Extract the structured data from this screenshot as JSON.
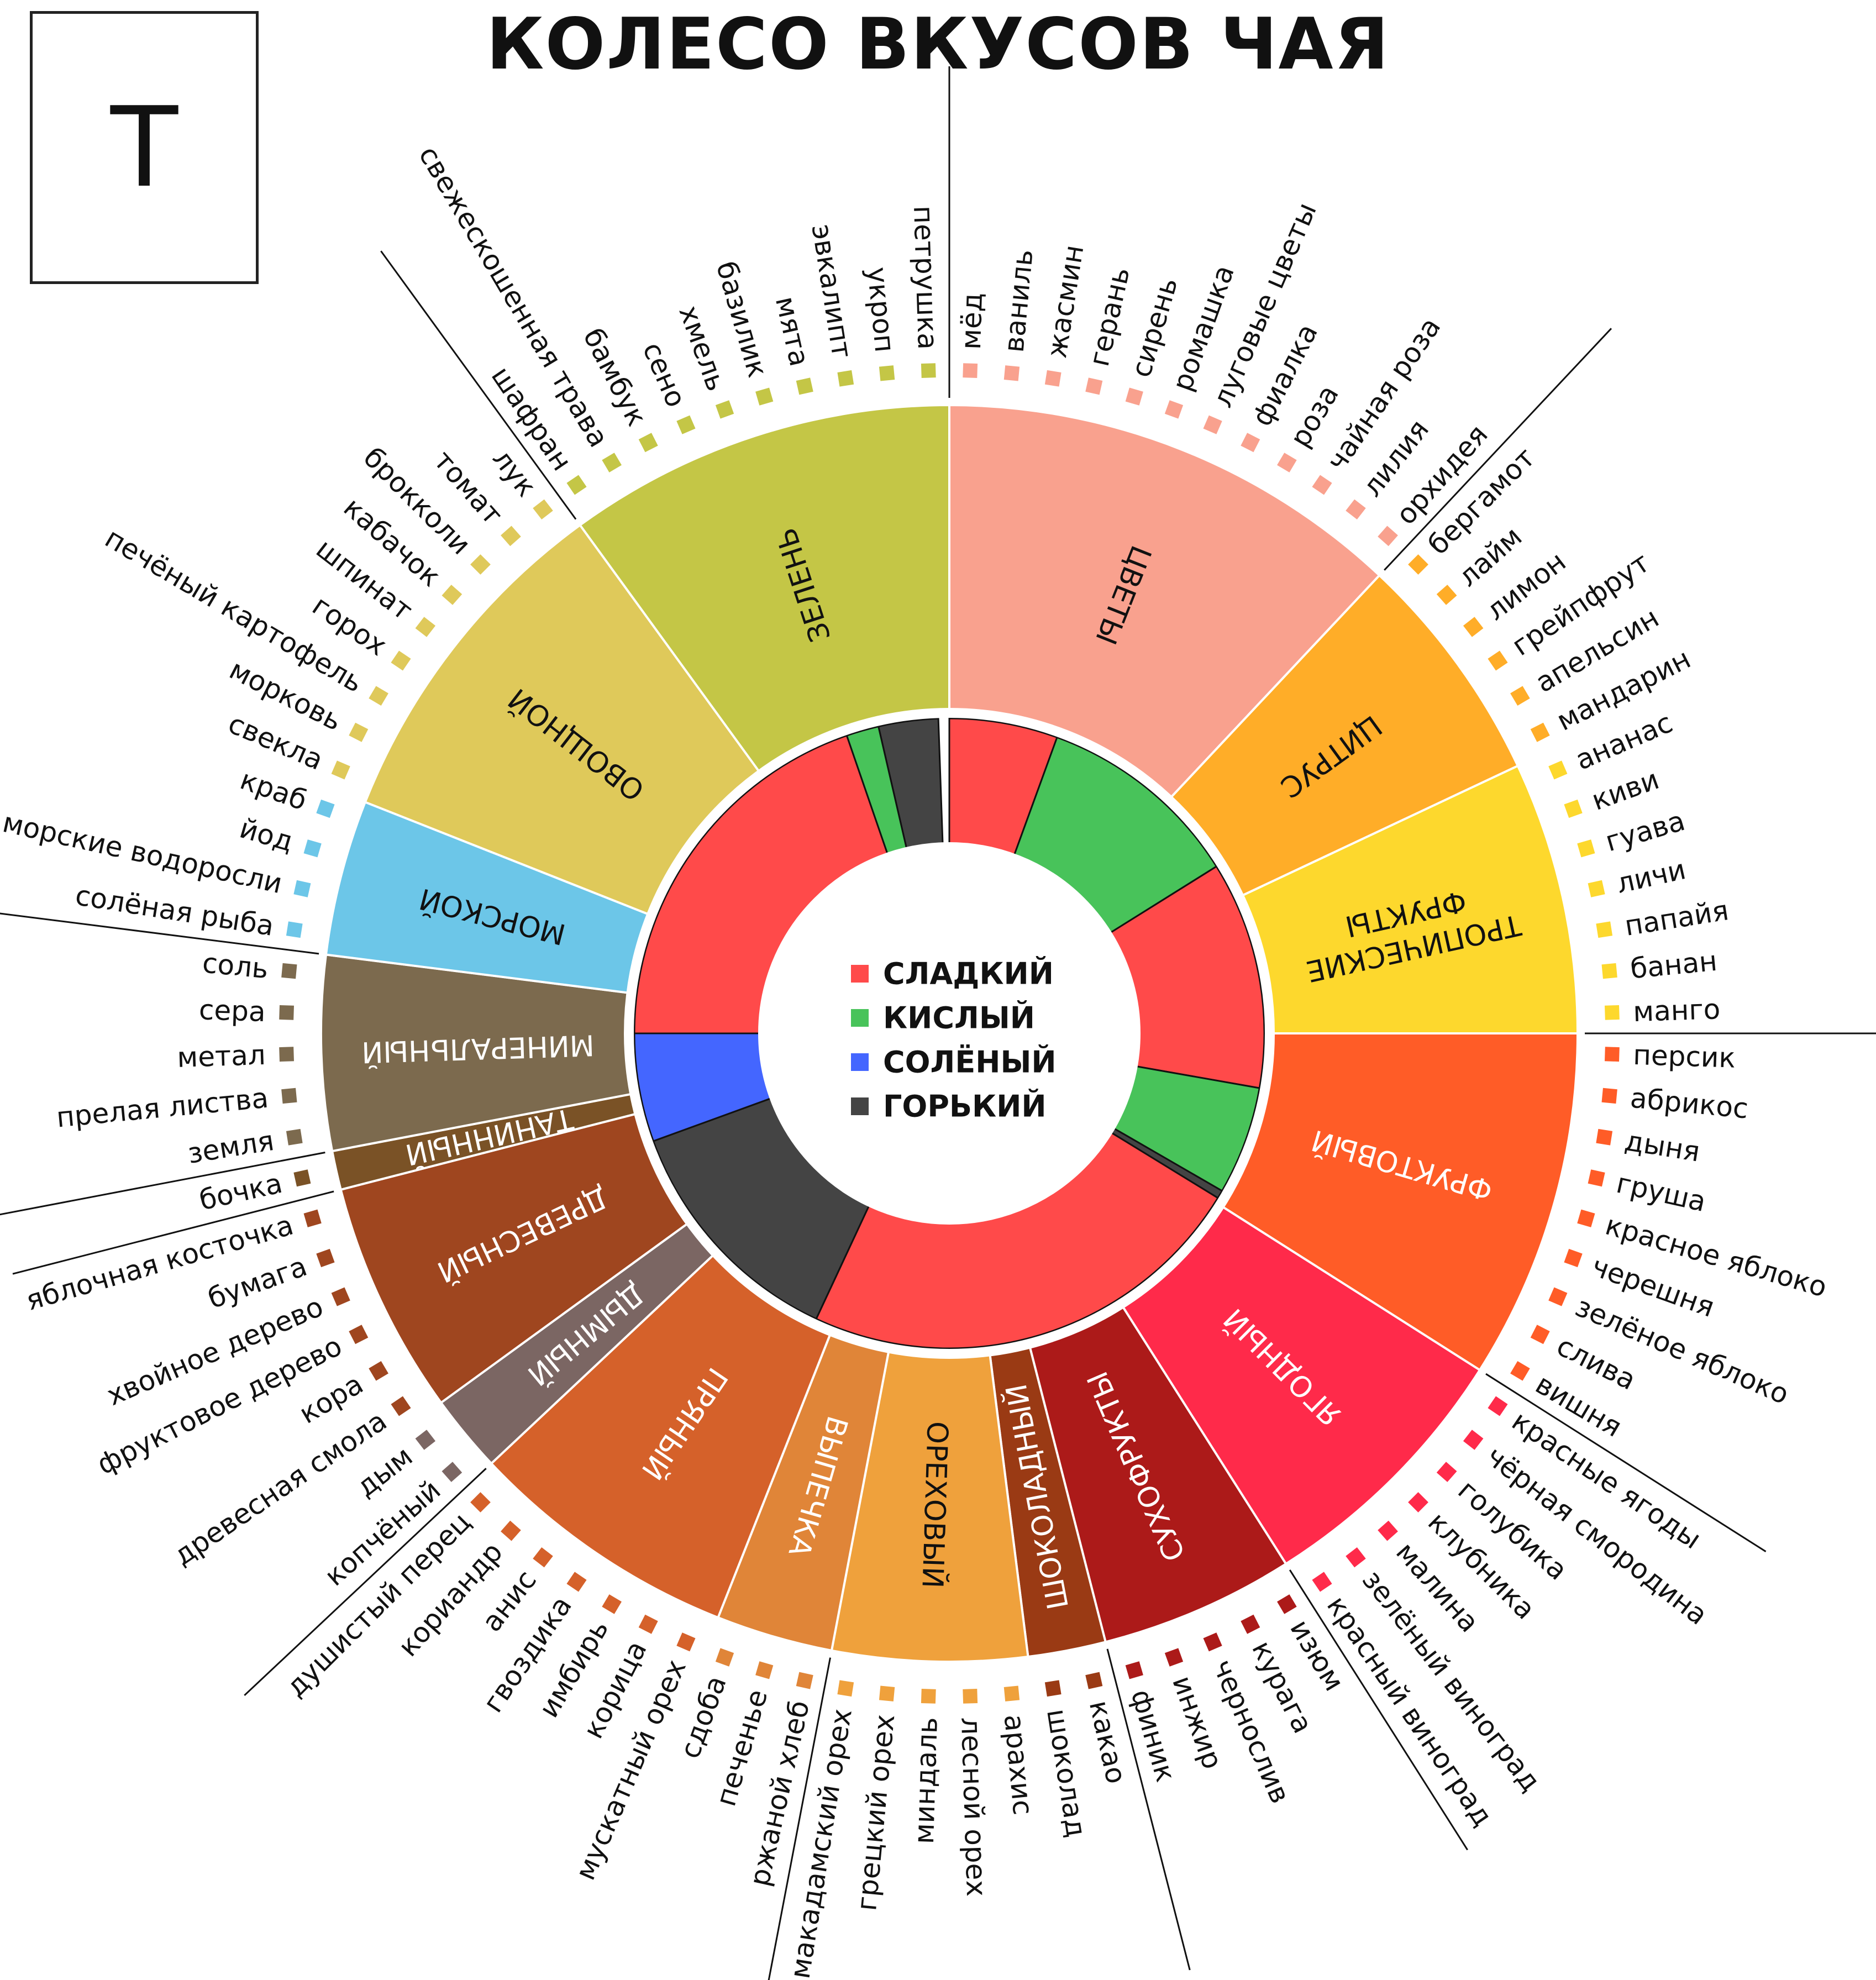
{
  "title": "КОЛЕСО ВКУСОВ ЧАЯ",
  "logo_letter": "Т",
  "legend": [
    {
      "label": "СЛАДКИЙ",
      "color": "#ff4a4a"
    },
    {
      "label": "КИСЛЫЙ",
      "color": "#48c35a"
    },
    {
      "label": "СОЛЁНЫЙ",
      "color": "#4466ff"
    },
    {
      "label": "ГОРЬКИЙ",
      "color": "#444444"
    }
  ],
  "taste_colors": {
    "sweet": "#ff4a4a",
    "sour": "#48c35a",
    "salty": "#4466ff",
    "bitter": "#444444"
  },
  "taste_ring": [
    {
      "taste": "sweet",
      "degrees": 20
    },
    {
      "taste": "sour",
      "degrees": 38
    },
    {
      "taste": "sweet",
      "degrees": 42
    },
    {
      "taste": "sour",
      "degrees": 20
    },
    {
      "taste": "bitter",
      "degrees": 1.5
    },
    {
      "taste": "sweet",
      "degrees": 83.5
    },
    {
      "taste": "bitter",
      "degrees": 45
    },
    {
      "taste": "salty",
      "degrees": 20
    },
    {
      "taste": "sweet",
      "degrees": 71
    },
    {
      "taste": "sour",
      "degrees": 6
    },
    {
      "taste": "bitter",
      "degrees": 11
    }
  ],
  "categories": [
    {
      "label": "ЦВЕТЫ",
      "color": "#f9a18e",
      "text_color": "#111111",
      "items": [
        "мёд",
        "ваниль",
        "жасмин",
        "герань",
        "сирень",
        "ромашка",
        "луговые цветы",
        "фиалка",
        "роза",
        "чайная роза",
        "лилия",
        "орхидея"
      ]
    },
    {
      "label": "ЦИТРУС",
      "color": "#ffad28",
      "text_color": "#111111",
      "items": [
        "бергамот",
        "лайм",
        "лимон",
        "грейпфрут",
        "апельсин",
        "мандарин"
      ]
    },
    {
      "label": "ТРОПИЧЕСКИЕ ФРУКТЫ",
      "color": "#fdd82d",
      "text_color": "#111111",
      "items": [
        "ананас",
        "киви",
        "гуава",
        "личи",
        "папайя",
        "банан",
        "манго"
      ]
    },
    {
      "label": "ФРУКТОВЫЙ",
      "color": "#ff5c27",
      "text_color": "#ffffff",
      "items": [
        "персик",
        "абрикос",
        "дыня",
        "груша",
        "красное яблоко",
        "черешня",
        "зелёное яблоко",
        "слива",
        "вишня"
      ]
    },
    {
      "label": "ЯГОДНЫЙ",
      "color": "#ff2a4a",
      "text_color": "#ffffff",
      "items": [
        "красные ягоды",
        "чёрная смородина",
        "голубика",
        "клубника",
        "малина",
        "зелёный виноград",
        "красный виноград"
      ]
    },
    {
      "label": "СУХОФРУКТЫ",
      "color": "#ac1a19",
      "text_color": "#ffffff",
      "items": [
        "изюм",
        "курага",
        "чернослив",
        "инжир",
        "финик"
      ]
    },
    {
      "label": "ШОКОЛАДНЫЙ",
      "color": "#9a3a14",
      "text_color": "#ffffff",
      "items": [
        "какао",
        "шоколад"
      ]
    },
    {
      "label": "ОРЕХОВЫЙ",
      "color": "#efa13c",
      "text_color": "#111111",
      "items": [
        "арахис",
        "лесной орех",
        "миндаль",
        "грецкий орех",
        "макадамский орех"
      ]
    },
    {
      "label": "ВЫПЕЧКА",
      "color": "#e08538",
      "text_color": "#ffffff",
      "items": [
        "ржаной хлеб",
        "печенье",
        "сдоба"
      ]
    },
    {
      "label": "ПРЯНЫЙ",
      "color": "#d5612a",
      "text_color": "#ffffff",
      "items": [
        "мускатный орех",
        "корица",
        "имбирь",
        "гвоздика",
        "анис",
        "кориандр",
        "душистый перец"
      ]
    },
    {
      "label": "ДЫМНЫЙ",
      "color": "#7b6663",
      "text_color": "#ffffff",
      "items": [
        "копчёный",
        "дым"
      ]
    },
    {
      "label": "ДРЕВЕСНЫЙ",
      "color": "#9f461f",
      "text_color": "#ffffff",
      "items": [
        "древесная смола",
        "кора",
        "фруктовое дерево",
        "хвойное дерево",
        "бумага",
        "яблочная косточка"
      ]
    },
    {
      "label": "ТАНИННЫЙ",
      "color": "#7a5226",
      "text_color": "#ffffff",
      "items": [
        "бочка"
      ]
    },
    {
      "label": "МИНЕРАЛЬНЫЙ",
      "color": "#7c6a4e",
      "text_color": "#ffffff",
      "items": [
        "земля",
        "прелая листва",
        "метал",
        "сера",
        "соль"
      ]
    },
    {
      "label": "МОРСКОЙ",
      "color": "#6cc6e8",
      "text_color": "#111111",
      "items": [
        "солёная рыба",
        "морские водоросли",
        "йод",
        "краб"
      ]
    },
    {
      "label": "ОВОЩНОЙ",
      "color": "#dfc95a",
      "text_color": "#111111",
      "items": [
        "свекла",
        "морковь",
        "печёный картофель",
        "горох",
        "шпинат",
        "кабачок",
        "брокколи",
        "томат",
        "лук"
      ]
    },
    {
      "label": "ЗЕЛЕНЬ",
      "color": "#c4c646",
      "text_color": "#111111",
      "items": [
        "шафран",
        "свежескошенная трава",
        "бамбук",
        "сено",
        "хмель",
        "базилик",
        "мята",
        "эвкалипт",
        "укроп",
        "петрушка"
      ]
    }
  ]
}
